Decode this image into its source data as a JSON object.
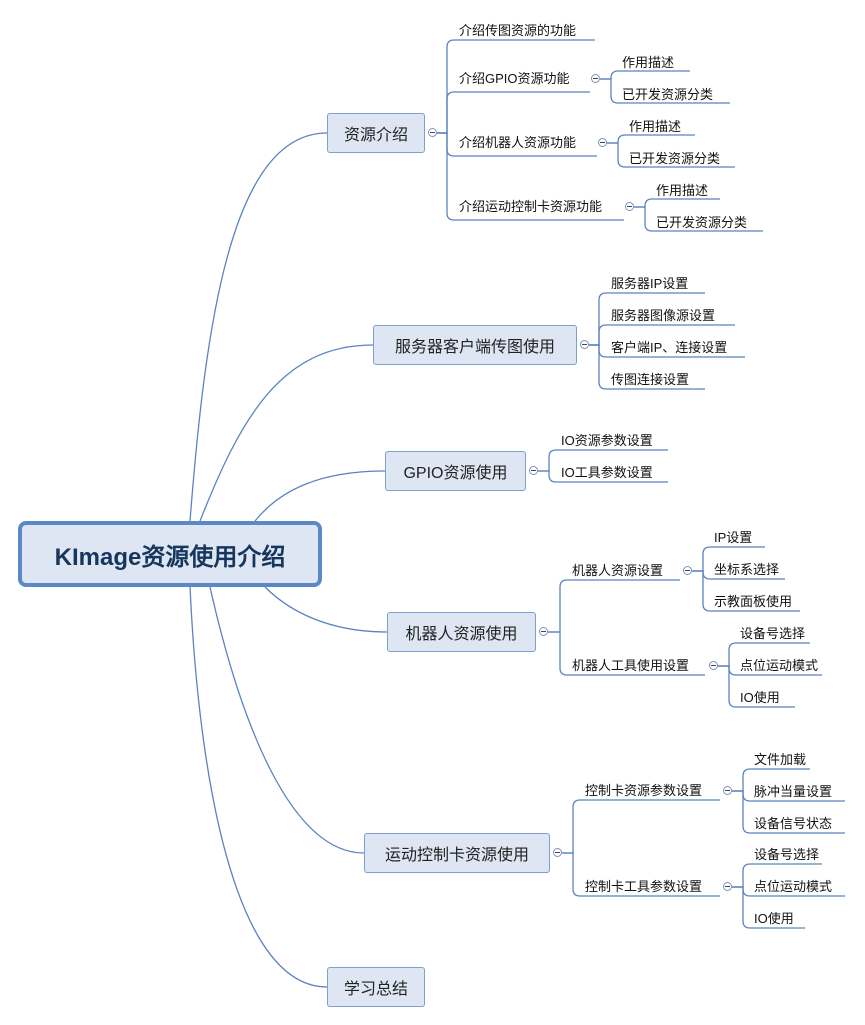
{
  "root": {
    "label": "KImage资源使用介绍"
  },
  "branches": [
    {
      "label": "资源介绍",
      "children": [
        {
          "label": "介绍传图资源的功能",
          "children": []
        },
        {
          "label": "介绍GPIO资源功能",
          "children": [
            "作用描述",
            "已开发资源分类"
          ]
        },
        {
          "label": "介绍机器人资源功能",
          "children": [
            "作用描述",
            "已开发资源分类"
          ]
        },
        {
          "label": "介绍运动控制卡资源功能",
          "children": [
            "作用描述",
            "已开发资源分类"
          ]
        }
      ]
    },
    {
      "label": "服务器客户端传图使用",
      "children": [
        {
          "label": "服务器IP设置",
          "children": []
        },
        {
          "label": "服务器图像源设置",
          "children": []
        },
        {
          "label": "客户端IP、连接设置",
          "children": []
        },
        {
          "label": "传图连接设置",
          "children": []
        }
      ]
    },
    {
      "label": "GPIO资源使用",
      "children": [
        {
          "label": "IO资源参数设置",
          "children": []
        },
        {
          "label": "IO工具参数设置",
          "children": []
        }
      ]
    },
    {
      "label": "机器人资源使用",
      "children": [
        {
          "label": "机器人资源设置",
          "children": [
            "IP设置",
            "坐标系选择",
            "示教面板使用"
          ]
        },
        {
          "label": "机器人工具使用设置",
          "children": [
            "设备号选择",
            "点位运动模式",
            "IO使用"
          ]
        }
      ]
    },
    {
      "label": "运动控制卡资源使用",
      "children": [
        {
          "label": "控制卡资源参数设置",
          "children": [
            "文件加载",
            "脉冲当量设置",
            "设备信号状态"
          ]
        },
        {
          "label": "控制卡工具参数设置",
          "children": [
            "设备号选择",
            "点位运动模式",
            "IO使用"
          ]
        }
      ]
    },
    {
      "label": "学习总结",
      "children": []
    }
  ],
  "colors": {
    "line": "#5b83bf",
    "node_fill": "#dde6f2",
    "node_border": "#7f9fcc",
    "root_border": "#5a8ac6"
  }
}
